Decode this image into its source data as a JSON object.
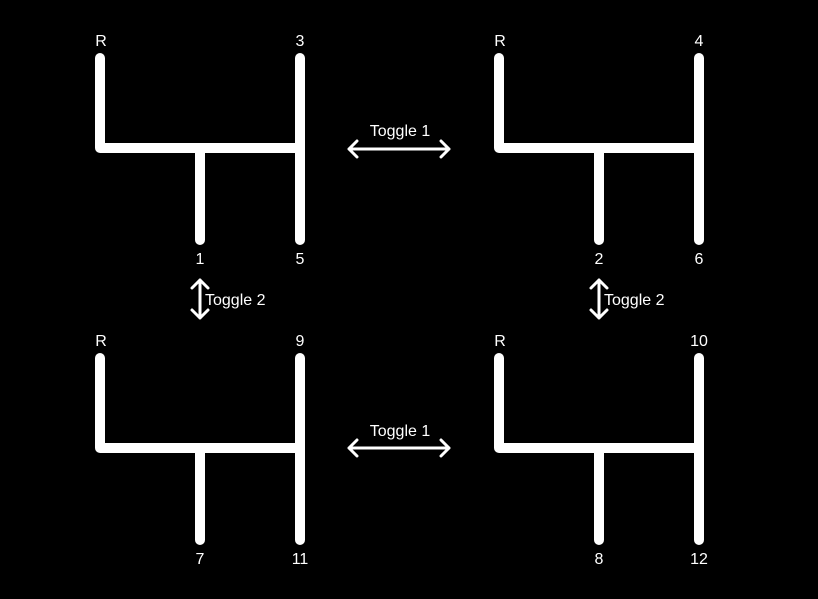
{
  "colors": {
    "background": "#000000",
    "foreground": "#ffffff"
  },
  "patterns": [
    {
      "name": "pattern-top-left",
      "labels": {
        "top_left": "R",
        "top_right": "3",
        "bottom_mid": "1",
        "bottom_right": "5"
      }
    },
    {
      "name": "pattern-top-right",
      "labels": {
        "top_left": "R",
        "top_right": "4",
        "bottom_mid": "2",
        "bottom_right": "6"
      }
    },
    {
      "name": "pattern-bottom-left",
      "labels": {
        "top_left": "R",
        "top_right": "9",
        "bottom_mid": "7",
        "bottom_right": "11"
      }
    },
    {
      "name": "pattern-bottom-right",
      "labels": {
        "top_left": "R",
        "top_right": "10",
        "bottom_mid": "8",
        "bottom_right": "12"
      }
    }
  ],
  "toggles": {
    "top_horizontal": "Toggle 1",
    "bottom_horizontal": "Toggle 1",
    "left_vertical": "Toggle 2",
    "right_vertical": "Toggle 2"
  }
}
